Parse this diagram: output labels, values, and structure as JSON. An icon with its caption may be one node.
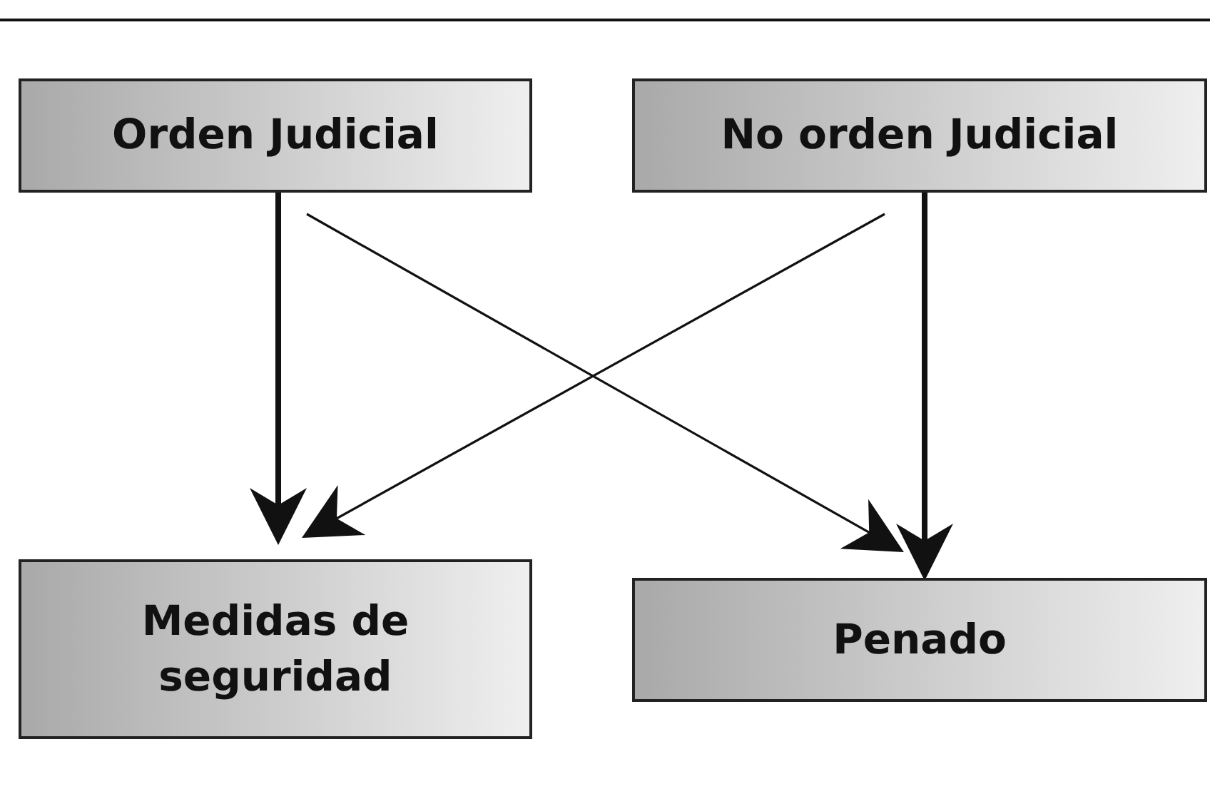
{
  "diagram": {
    "nodes": [
      {
        "text": [
          "Orden Judicial"
        ]
      },
      {
        "text": [
          "No orden Judicial"
        ]
      },
      {
        "text": [
          "Medidas de seguridad"
        ]
      },
      {
        "text": [
          "Penado"
        ]
      }
    ],
    "edges": [
      {
        "from": 0,
        "to": 2,
        "arrow": "to",
        "style": "thick"
      },
      {
        "from": 0,
        "to": 3,
        "arrow": "to"
      },
      {
        "from": 1,
        "to": 2,
        "arrow": "to"
      },
      {
        "from": 1,
        "to": 3,
        "arrow": "to",
        "style": "thick"
      }
    ]
  }
}
